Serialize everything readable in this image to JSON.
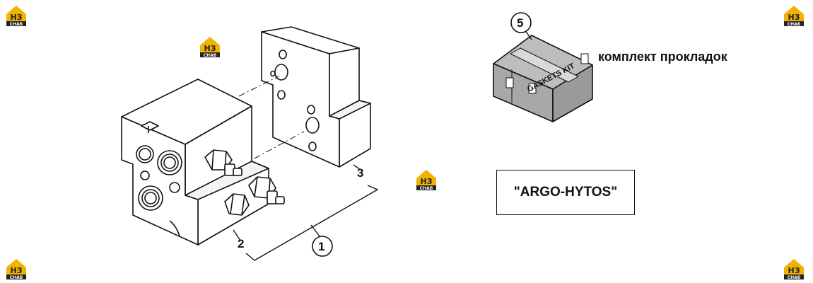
{
  "diagram": {
    "callouts": {
      "assembly": "1",
      "valve": "2",
      "plate": "3",
      "kit": "5"
    },
    "gasket_kit_caption": "комплект прокладок",
    "box_label": "GASKETS KIT",
    "brand": "\"ARGO-HYTOS\""
  },
  "watermark": {
    "letters": "НЗ",
    "subtext": "СНАБ",
    "colors": {
      "accent": "#f2b200",
      "dark": "#222222"
    }
  }
}
